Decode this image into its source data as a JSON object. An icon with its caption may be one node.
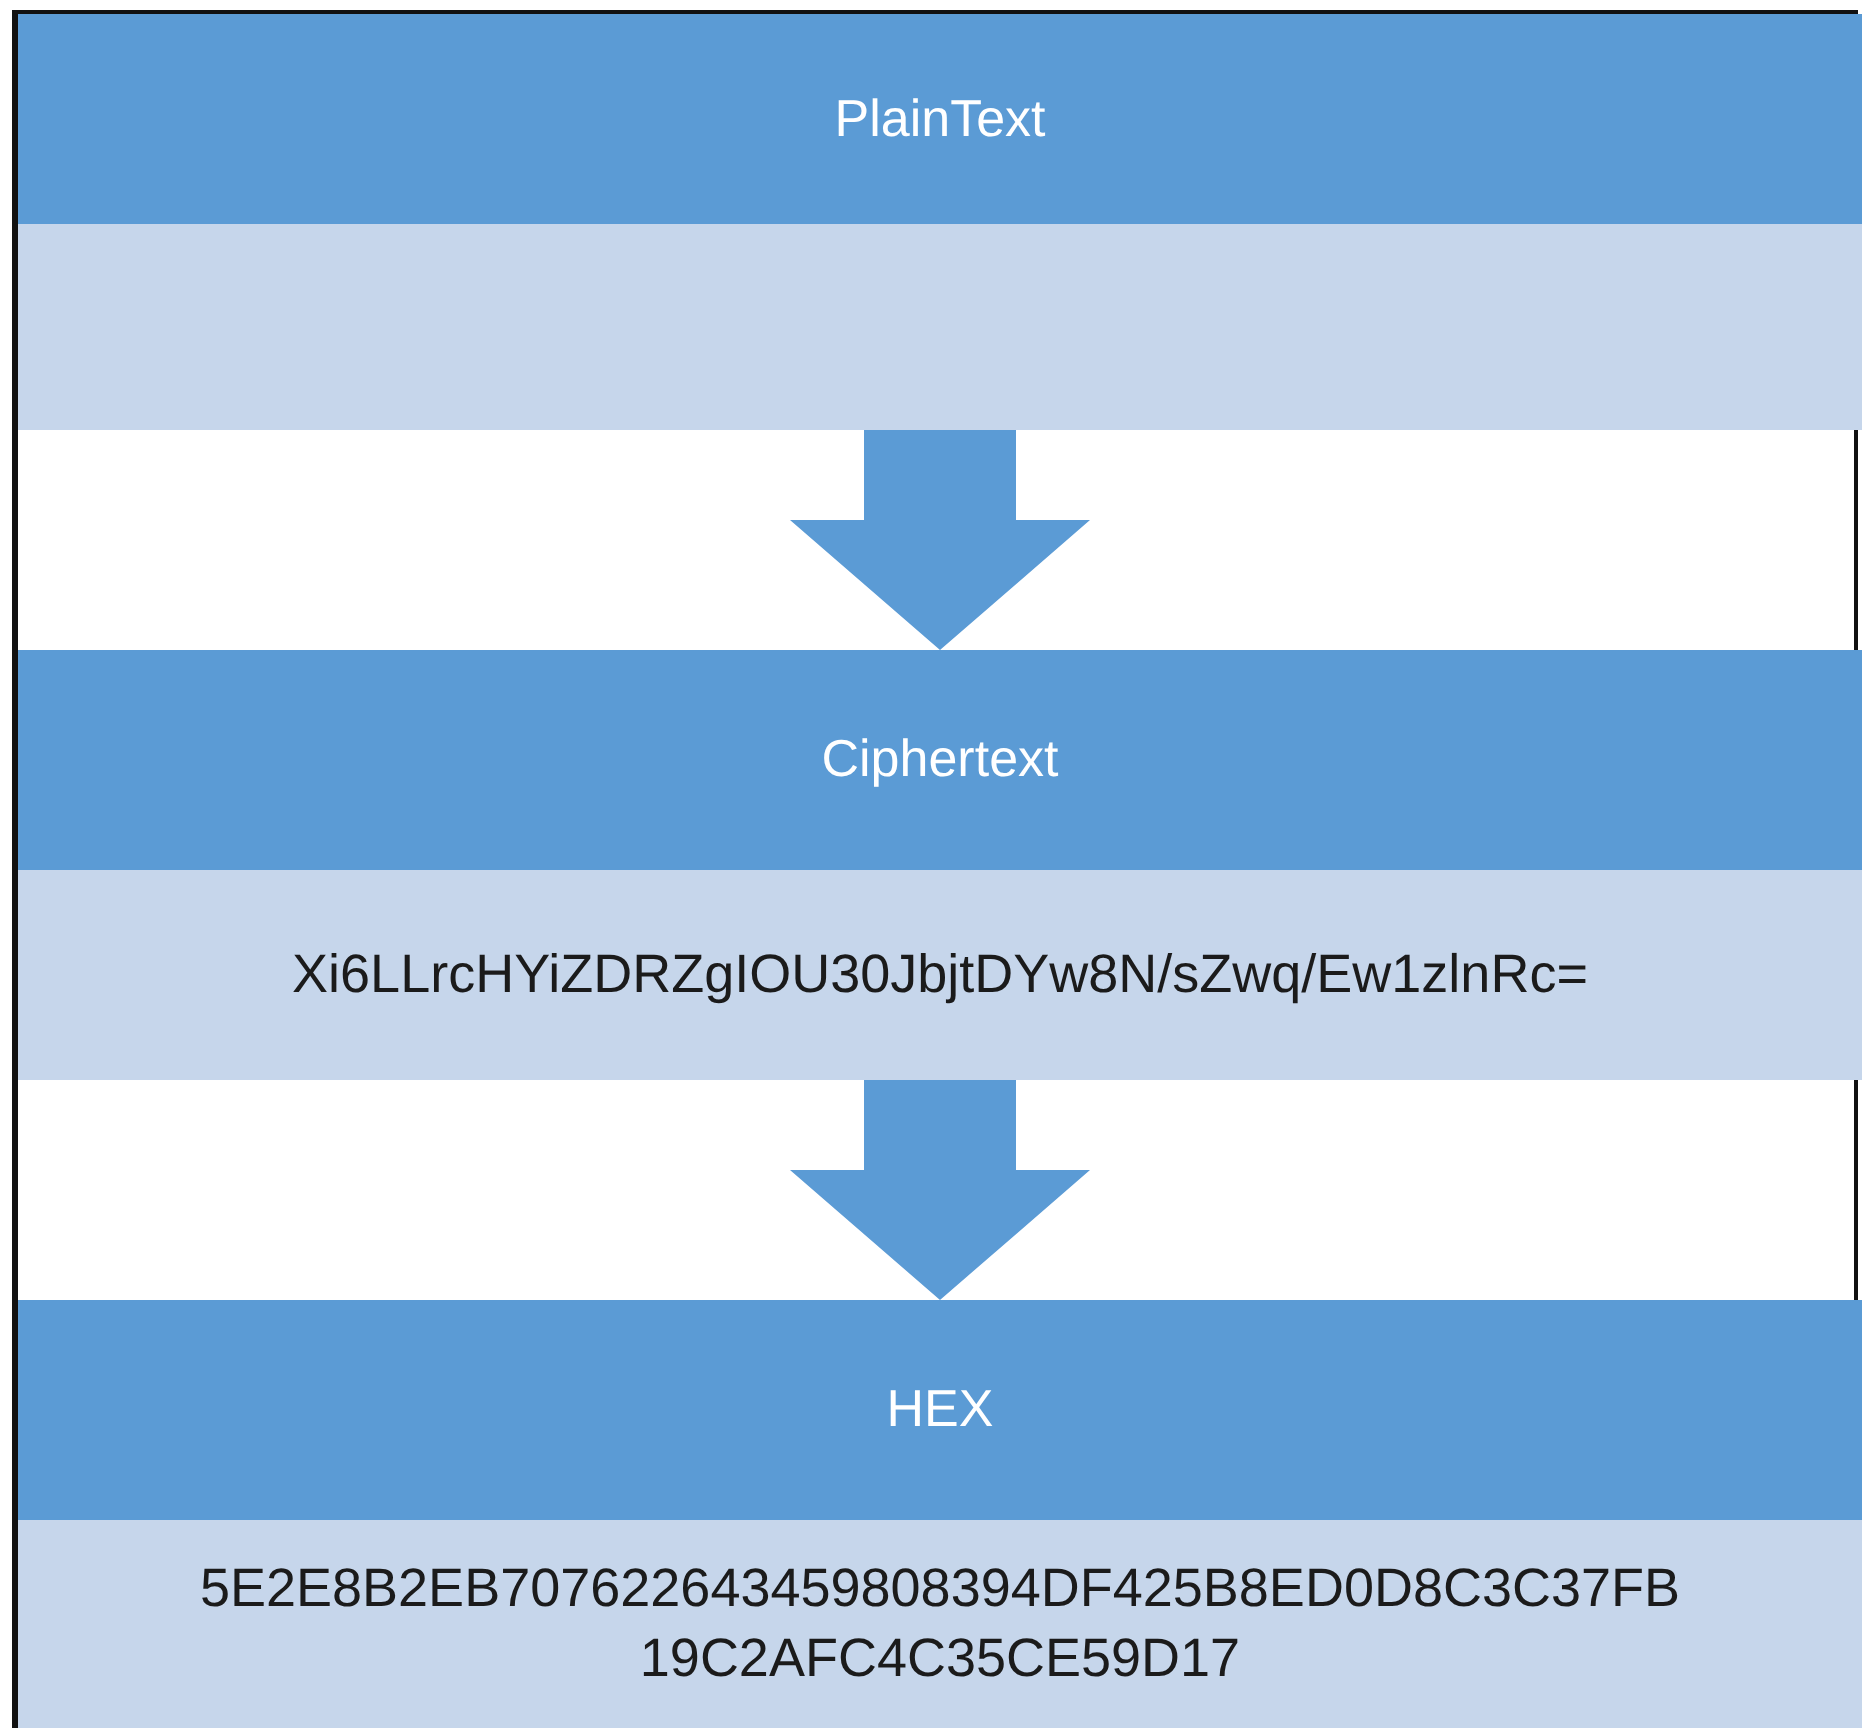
{
  "diagram": {
    "nodes": [
      {
        "text": [
          "PlainText"
        ]
      },
      {
        "text": [],
        "shape": "bar"
      },
      {
        "text": [
          "Ciphertext"
        ]
      },
      {
        "text": [
          "Xi6LLrcHYiZDRZgIOU30JbjtDYw8N/sZwq/Ew1zlnRc="
        ]
      },
      {
        "text": [
          "HEX"
        ]
      },
      {
        "text": [
          "5E2E8B2EB707622643459808394DF425B8ED0D8C3C37FB 19C2AFC4C35CE59D17"
        ]
      }
    ],
    "edges": [
      {
        "from": 1,
        "to": 2,
        "arrow": "to"
      },
      {
        "from": 3,
        "to": 4,
        "arrow": "to"
      }
    ]
  }
}
